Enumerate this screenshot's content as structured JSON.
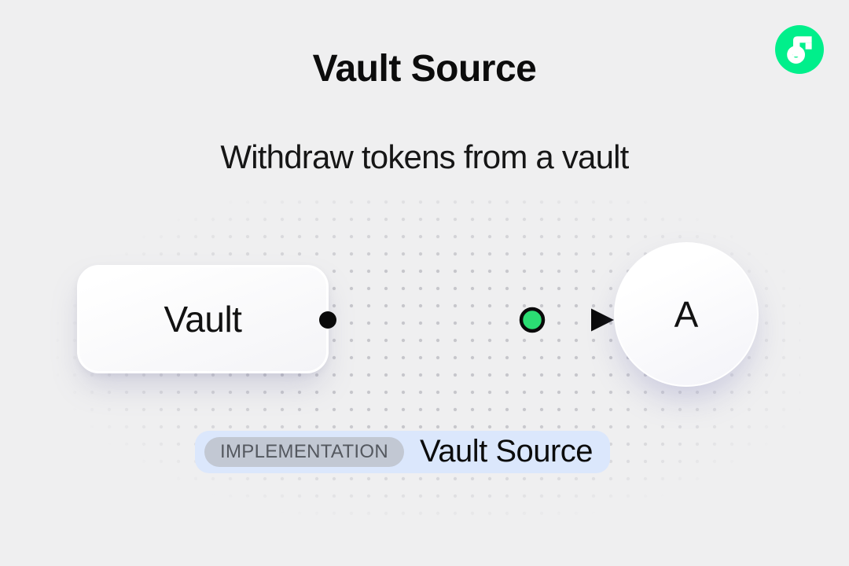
{
  "header": {
    "title": "Vault Source",
    "subtitle": "Withdraw tokens from a vault"
  },
  "brand": {
    "logo": "flow-logo"
  },
  "diagram": {
    "source_label": "Vault",
    "target_label": "A",
    "token": "green-token-dot",
    "edge": "arrow-from-vault-to-account"
  },
  "badge": {
    "tag": "IMPLEMENTATION",
    "label": "Vault Source"
  },
  "colors": {
    "flow-green": "#00EF8B",
    "token-green": "#2BDE73",
    "badge-bg": "#DBE7FC",
    "pill-bg": "#C2C8D3",
    "pill-text": "#54585F",
    "canvas-bg": "#EFEFF0",
    "ink": "#0C0C0C",
    "dot": "#C6C6CB"
  }
}
